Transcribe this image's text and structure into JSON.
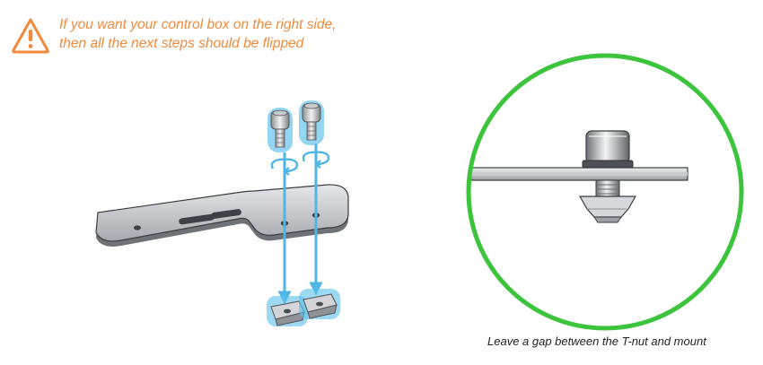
{
  "warning": {
    "icon": "warning-triangle-icon",
    "line1": "If you want your control box on the right side,",
    "line2": "then all the next steps should be flipped",
    "color": "#f08a3c"
  },
  "assembly": {
    "parts": [
      "mount-plate",
      "screw-left",
      "screw-right",
      "t-nut-left",
      "t-nut-right"
    ],
    "highlight_color": "#5bc0eb",
    "arrow_color": "#4fb6e6"
  },
  "detail": {
    "ring_color": "#3cc43c",
    "caption": "Leave a gap between the T-nut and mount"
  }
}
